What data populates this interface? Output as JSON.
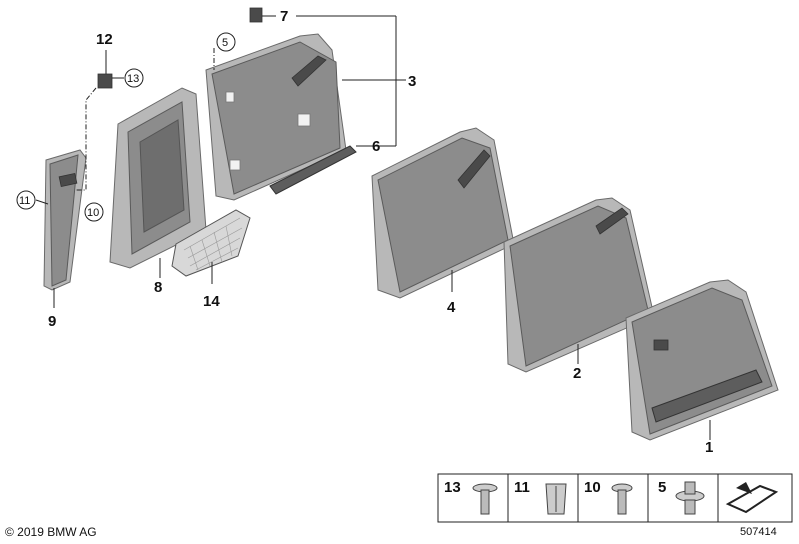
{
  "labels": {
    "l1": "1",
    "l2": "2",
    "l3": "3",
    "l4": "4",
    "l5": "5",
    "l6": "6",
    "l7": "7",
    "l8": "8",
    "l9": "9",
    "l10": "10",
    "l11": "11",
    "l12": "12",
    "l13": "13",
    "l14": "14"
  },
  "legend": {
    "item13": "13",
    "item11": "11",
    "item10": "10",
    "item5": "5"
  },
  "footer": {
    "copyright": "© 2019 BMW AG",
    "reference": "507414"
  }
}
